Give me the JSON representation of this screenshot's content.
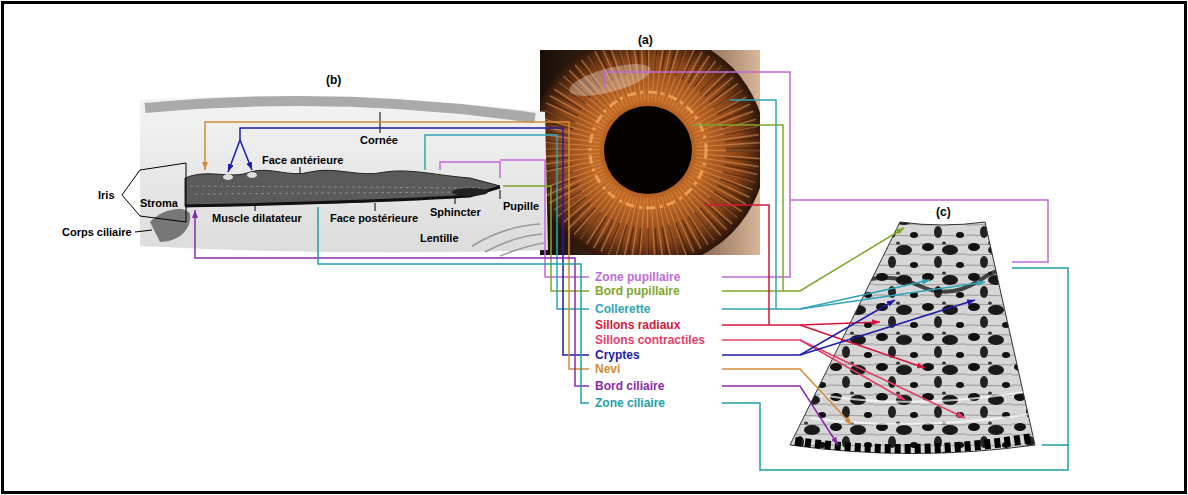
{
  "diagram": {
    "labels": [
      "(a)",
      "(b)",
      "Cornée",
      "Face antérieure",
      "Iris",
      "Stroma",
      "Corps ciliaire",
      "Muscle dilatateur",
      "Face postérieure",
      "Sphincter",
      "Pupille",
      "Lentille",
      "(c)",
      "Zone pupillaire",
      "Bord pupillaire",
      "Collerette",
      "Sillons radiaux",
      "Sillons contractiles",
      "Cryptes",
      "Nevi",
      "Bord ciliaire",
      "Zone ciliaire"
    ]
  }
}
